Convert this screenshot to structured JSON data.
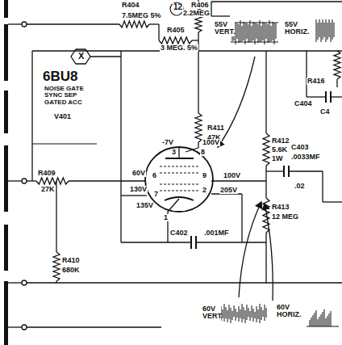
{
  "diagram": {
    "labels": [
      "R404",
      "12",
      "7.5MEG 5%",
      "R406",
      "2.2MEG",
      "R405",
      "3 MEG. 5%",
      "55V VERT.",
      "55V HORIZ.",
      "X",
      "R416",
      "C404",
      "C4",
      "6BU8",
      "NOISE GATE SYNC SEP GATED ACC",
      "V401",
      "R411",
      "47K",
      "-7V",
      "100V",
      "3",
      "8",
      "R409",
      "27K",
      "60V",
      "6",
      "9",
      "100V",
      "130V",
      "7",
      "2",
      "205V",
      "135V",
      "1",
      "R412",
      "5.6K",
      "1W",
      "C403",
      ".0033MF",
      ".02",
      "R413",
      "12 MEG",
      "C402",
      ".001MF",
      "R410",
      "680K",
      "60V VERT.",
      "60V HORIZ."
    ]
  }
}
